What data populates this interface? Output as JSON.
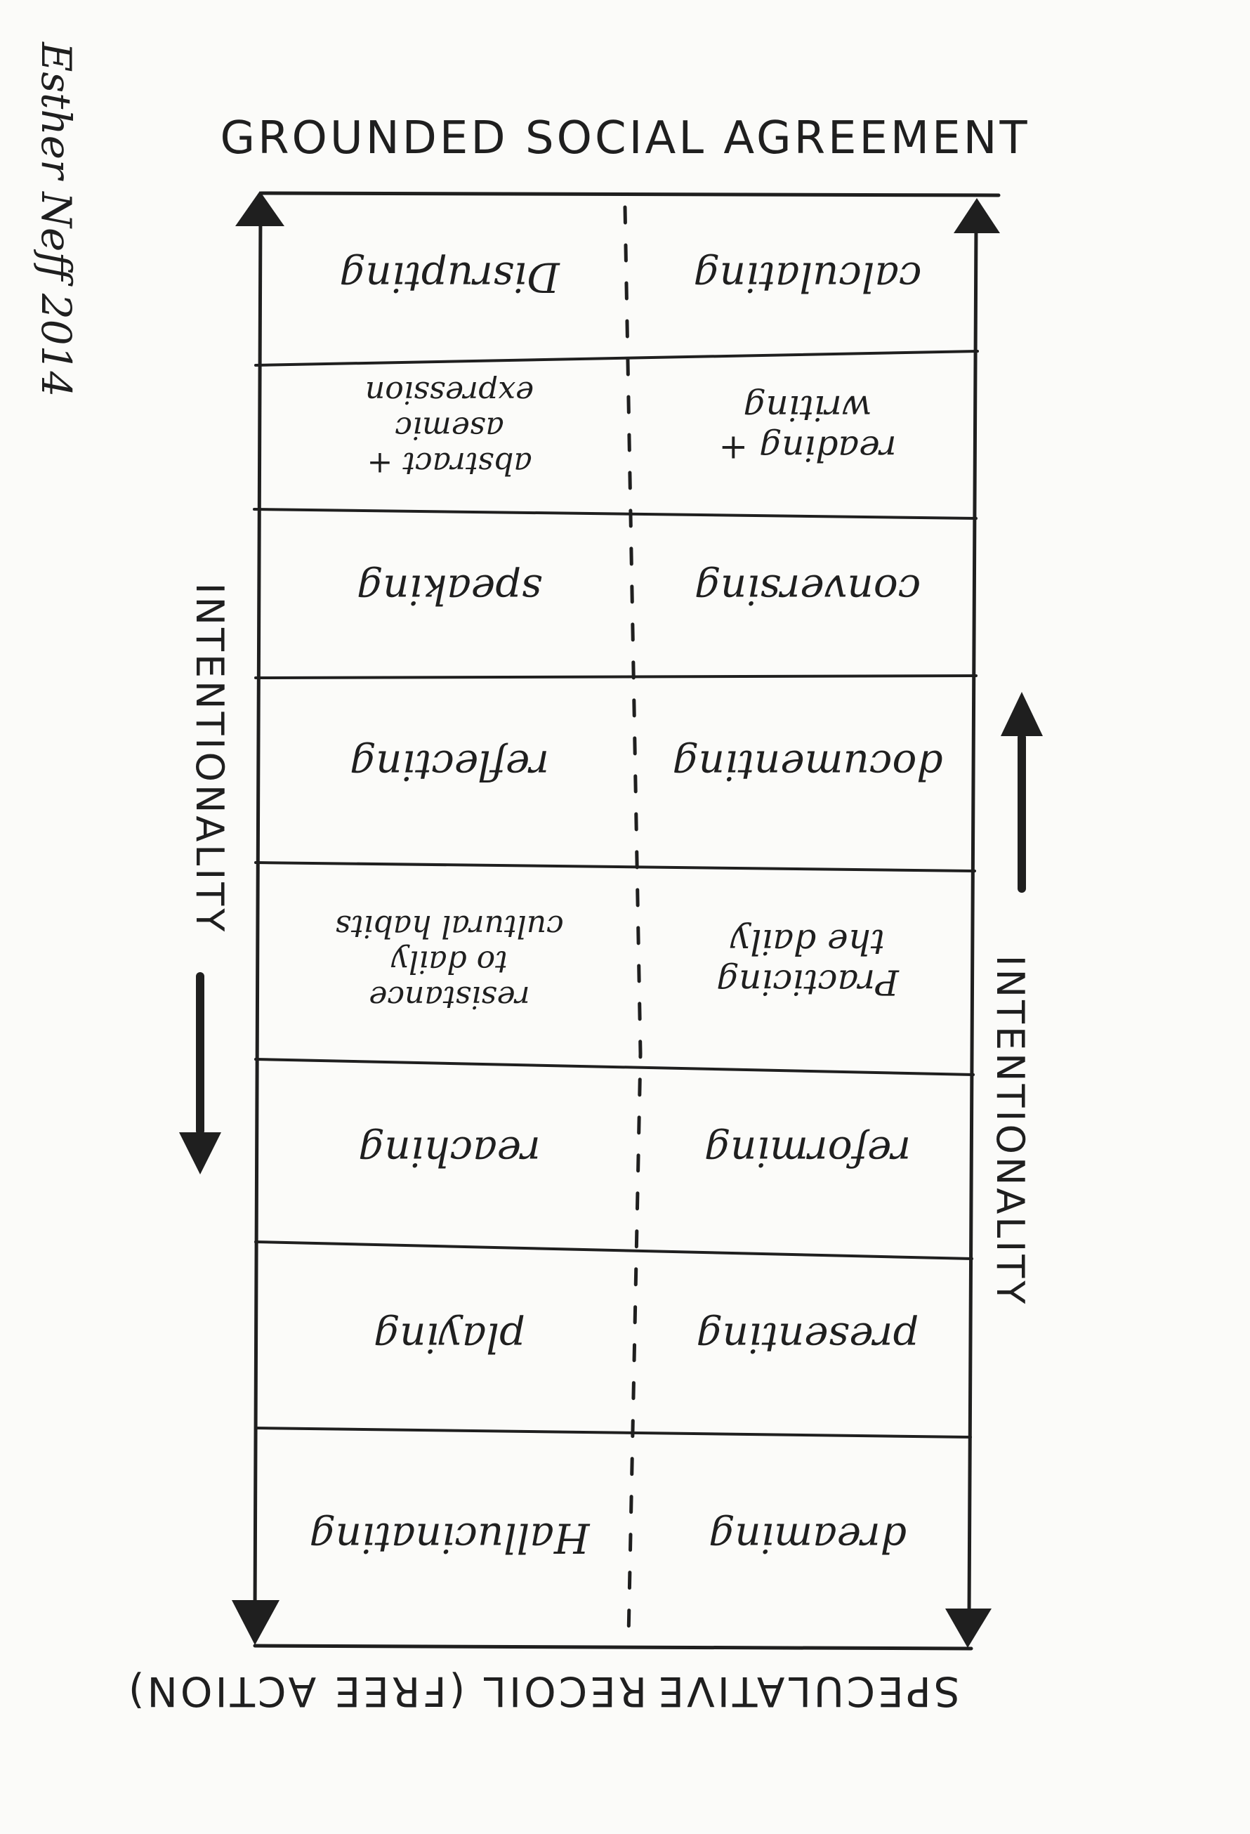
{
  "signature": "Esther Neff 2014",
  "top_heading": "GROUNDED SOCIAL AGREEMENT",
  "bottom_heading_left": "RECOIL (FREE ACTION)",
  "bottom_heading_right": "SPECULATIVE",
  "axis_left": "INTENTIONALITY",
  "axis_right": "INTENTIONALITY",
  "rows": [
    {
      "left": [
        "Disrupting"
      ],
      "right": [
        "calculating"
      ]
    },
    {
      "left": [
        "abstract +",
        "asemic",
        "expression"
      ],
      "right": [
        "reading +",
        "writing"
      ]
    },
    {
      "left": [
        "speaking"
      ],
      "right": [
        "conversing"
      ]
    },
    {
      "left": [
        "reflecting"
      ],
      "right": [
        "documenting"
      ]
    },
    {
      "left": [
        "resistance",
        "to daily",
        "cultural habits"
      ],
      "right": [
        "Practicing",
        "the daily"
      ]
    },
    {
      "left": [
        "reaching"
      ],
      "right": [
        "reforming"
      ]
    },
    {
      "left": [
        "playing"
      ],
      "right": [
        "presenting"
      ]
    },
    {
      "left": [
        "Hallucinating"
      ],
      "right": [
        "dreaming"
      ]
    }
  ]
}
